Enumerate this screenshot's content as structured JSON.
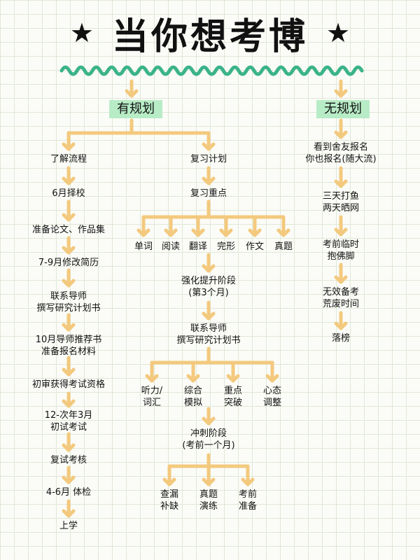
{
  "title": {
    "text": "当你想考博",
    "left_star": "★",
    "right_star": "★"
  },
  "colors": {
    "wave": "#3bb38a",
    "connector": "#f3c97e",
    "tag_bg": "#b8ecc6"
  },
  "branches": {
    "planned": "有规划",
    "unplanned": "无规划"
  },
  "process": {
    "steps": [
      "了解流程",
      "6月择校",
      "准备论文、作品集",
      "7-9月修改简历",
      "联系导师\n撰写研究计划书",
      "10月导师推荐书\n准备报名材料",
      "初审获得考试资格",
      "12-次年3月\n初试考试",
      "复试考核",
      "4-6月 体检",
      "上学"
    ]
  },
  "review": {
    "plan": "复习计划",
    "focus": "复习重点",
    "subjects": [
      "单词",
      "阅读",
      "翻译",
      "完形",
      "作文",
      "真题"
    ],
    "intensive": "强化提升阶段\n(第3个月)",
    "contact": "联系导师\n撰写研究计划书",
    "skills": [
      "听力/\n词汇",
      "综合\n模拟",
      "重点\n突破",
      "心态\n调整"
    ],
    "sprint": "冲刺阶段\n(考前一个月)",
    "final": [
      "查漏\n补缺",
      "真题\n演练",
      "考前\n准备"
    ]
  },
  "unplanned_steps": [
    "看到舍友报名\n你也报名(随大流)",
    "三天打鱼\n两天晒网",
    "考前临时\n抱佛脚",
    "无效备考\n荒废时间",
    "落榜"
  ]
}
